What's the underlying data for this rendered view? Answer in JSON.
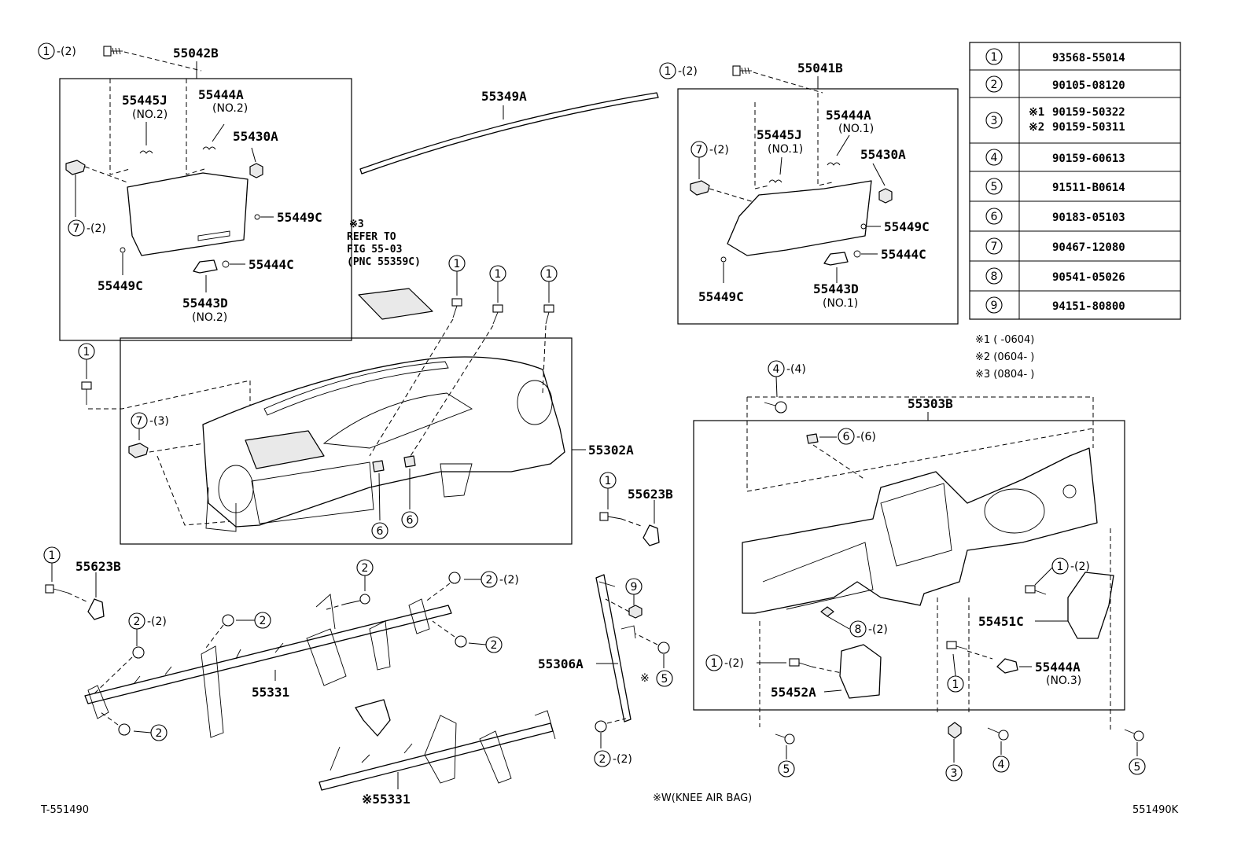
{
  "diagram": {
    "ref_left": "T-551490",
    "ref_right": "551490K",
    "footnote_w": "※W(KNEE AIR BAG)",
    "part_numbers": {
      "p55042B": "55042B",
      "p55445J_l": "55445J",
      "p55445J_l_sub": "(NO.2)",
      "p55444A_l": "55444A",
      "p55444A_l_sub": "(NO.2)",
      "p55430A_l": "55430A",
      "p55449C_l1": "55449C",
      "p55449C_l2": "55449C",
      "p55444C_l": "55444C",
      "p55443D_l": "55443D",
      "p55443D_l_sub": "(NO.2)",
      "p55349A": "55349A",
      "p55041B": "55041B",
      "p55445J_r": "55445J",
      "p55445J_r_sub": "(NO.1)",
      "p55444A_r": "55444A",
      "p55444A_r_sub": "(NO.1)",
      "p55430A_r": "55430A",
      "p55449C_r1": "55449C",
      "p55449C_r2": "55449C",
      "p55444C_r": "55444C",
      "p55443D_r": "55443D",
      "p55443D_r_sub": "(NO.1)",
      "p55302A": "55302A",
      "p55623B_a": "55623B",
      "p55623B_b": "55623B",
      "p55331": "55331",
      "p55331_alt": "※55331",
      "p55306A": "55306A",
      "p55303B": "55303B",
      "p55451C": "55451C",
      "p55444A_3": "55444A",
      "p55444A_3_sub": "(NO.3)",
      "p55452A": "55452A"
    },
    "refer_note": [
      "※3",
      "REFER TO",
      "FIG 55-03",
      "(PNC 55359C)"
    ],
    "callouts": {
      "c_a": "1",
      "c_a_q": "-(2)",
      "c_b": "7",
      "c_b_q": "-(2)",
      "c_c": "1",
      "c_c_q": "-(2)",
      "c_d": "7",
      "c_d_q": "-(2)",
      "c_e": "1",
      "c_f": "7",
      "c_f_q": "-(3)",
      "c_g": "1",
      "c_h": "1",
      "c_i": "1",
      "c_j": "6",
      "c_k": "6",
      "c_l": "4",
      "c_l_q": "-(4)",
      "c_m": "6",
      "c_m_q": "-(6)",
      "c_n": "1",
      "c_o": "1",
      "c_p": "2",
      "c_q": "2",
      "c_q_q": "-(2)",
      "c_r": "2",
      "c_r_q": "-(2)",
      "c_s": "2",
      "c_t": "2",
      "c_u": "2",
      "c_v": "9",
      "c_w": "5",
      "c_x": "2",
      "c_x_q": "-(2)",
      "c_y": "1",
      "c_y_q": "-(2)",
      "c_z": "8",
      "c_z_q": "-(2)",
      "c_aa": "1",
      "c_aa_q": "-(2)",
      "c_ab": "1",
      "c_ac": "5",
      "c_ad": "3",
      "c_ae": "4",
      "c_af": "5"
    },
    "w_mark": "※",
    "legend": [
      {
        "no": "1",
        "part": "93568-55014"
      },
      {
        "no": "2",
        "part": "90105-08120"
      },
      {
        "no": "3",
        "part": "90159-50322",
        "part2": "90159-50311",
        "m1": "※1",
        "m2": "※2"
      },
      {
        "no": "4",
        "part": "90159-60613"
      },
      {
        "no": "5",
        "part": "91511-B0614"
      },
      {
        "no": "6",
        "part": "90183-05103"
      },
      {
        "no": "7",
        "part": "90467-12080"
      },
      {
        "no": "8",
        "part": "90541-05026"
      },
      {
        "no": "9",
        "part": "94151-80800"
      }
    ],
    "footnotes": [
      "※1 (     -0604)",
      "※2 (0604-     )",
      "※3 (0804-     )"
    ]
  }
}
